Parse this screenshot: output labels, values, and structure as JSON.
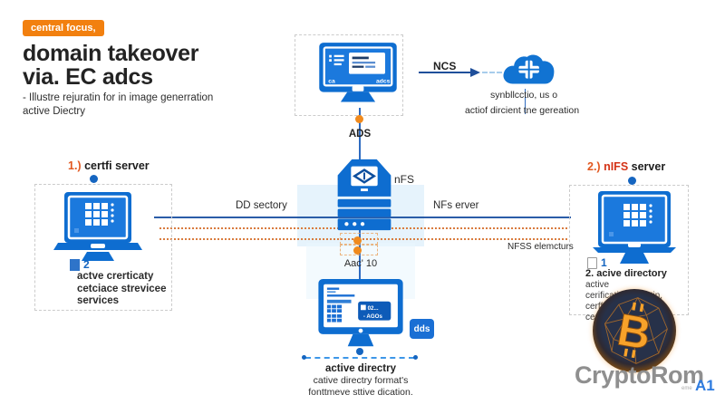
{
  "header": {
    "badge": "central focus,",
    "title_line1": "domain takeover",
    "title_line2": "via. EC adcs",
    "subtitle_line1": "- Illustre rejuratin for in image generration",
    "subtitle_line2": "active Diectry"
  },
  "colors": {
    "accent_blue": "#0e6dd0",
    "accent_orange": "#f2800f",
    "line_blue": "#2b5da8",
    "dashed_orange": "#d97c3f"
  },
  "top_flow": {
    "ads_label": "ADS",
    "ncs_label": "NCS",
    "screen_text_left": "ca",
    "screen_text_right": "adcs",
    "cloud_caption_line1": "synbllcctio, us o",
    "cloud_caption_line2": "actiof dircient tne gereation"
  },
  "left_node": {
    "title_num": "1.)",
    "title_text": "certfi server",
    "item_num": "2",
    "line1": "actve crerticaty",
    "line2": "cetciace strevicee",
    "line3": "services"
  },
  "center_node": {
    "server_label": "nFS",
    "below_label": "Aac' 10",
    "left_line_label": "DD sectory",
    "right_line_label": "NFs erver",
    "right_line_sublabel": "NFSS elemcturs"
  },
  "right_node": {
    "title_num": "2.)",
    "title_highlight": "nIFS",
    "title_text": "server",
    "item_num": "1",
    "line1": "2. acive directory",
    "line2": "active cerificatietoectietin,",
    "line3": "cerffacte cdurtin ceration."
  },
  "bottom_node": {
    "badge": "dds",
    "screen_box_line1": "02...",
    "screen_box_line2": "- AGOs",
    "caption_line1": "active directry",
    "caption_line2": "cative directry format's",
    "caption_line3": "fonttmeve sttive dication."
  },
  "watermark": {
    "brand": "CryptoRom",
    "small_text": "eme",
    "logo_text": "A1",
    "bitcoin_letter": "B"
  }
}
